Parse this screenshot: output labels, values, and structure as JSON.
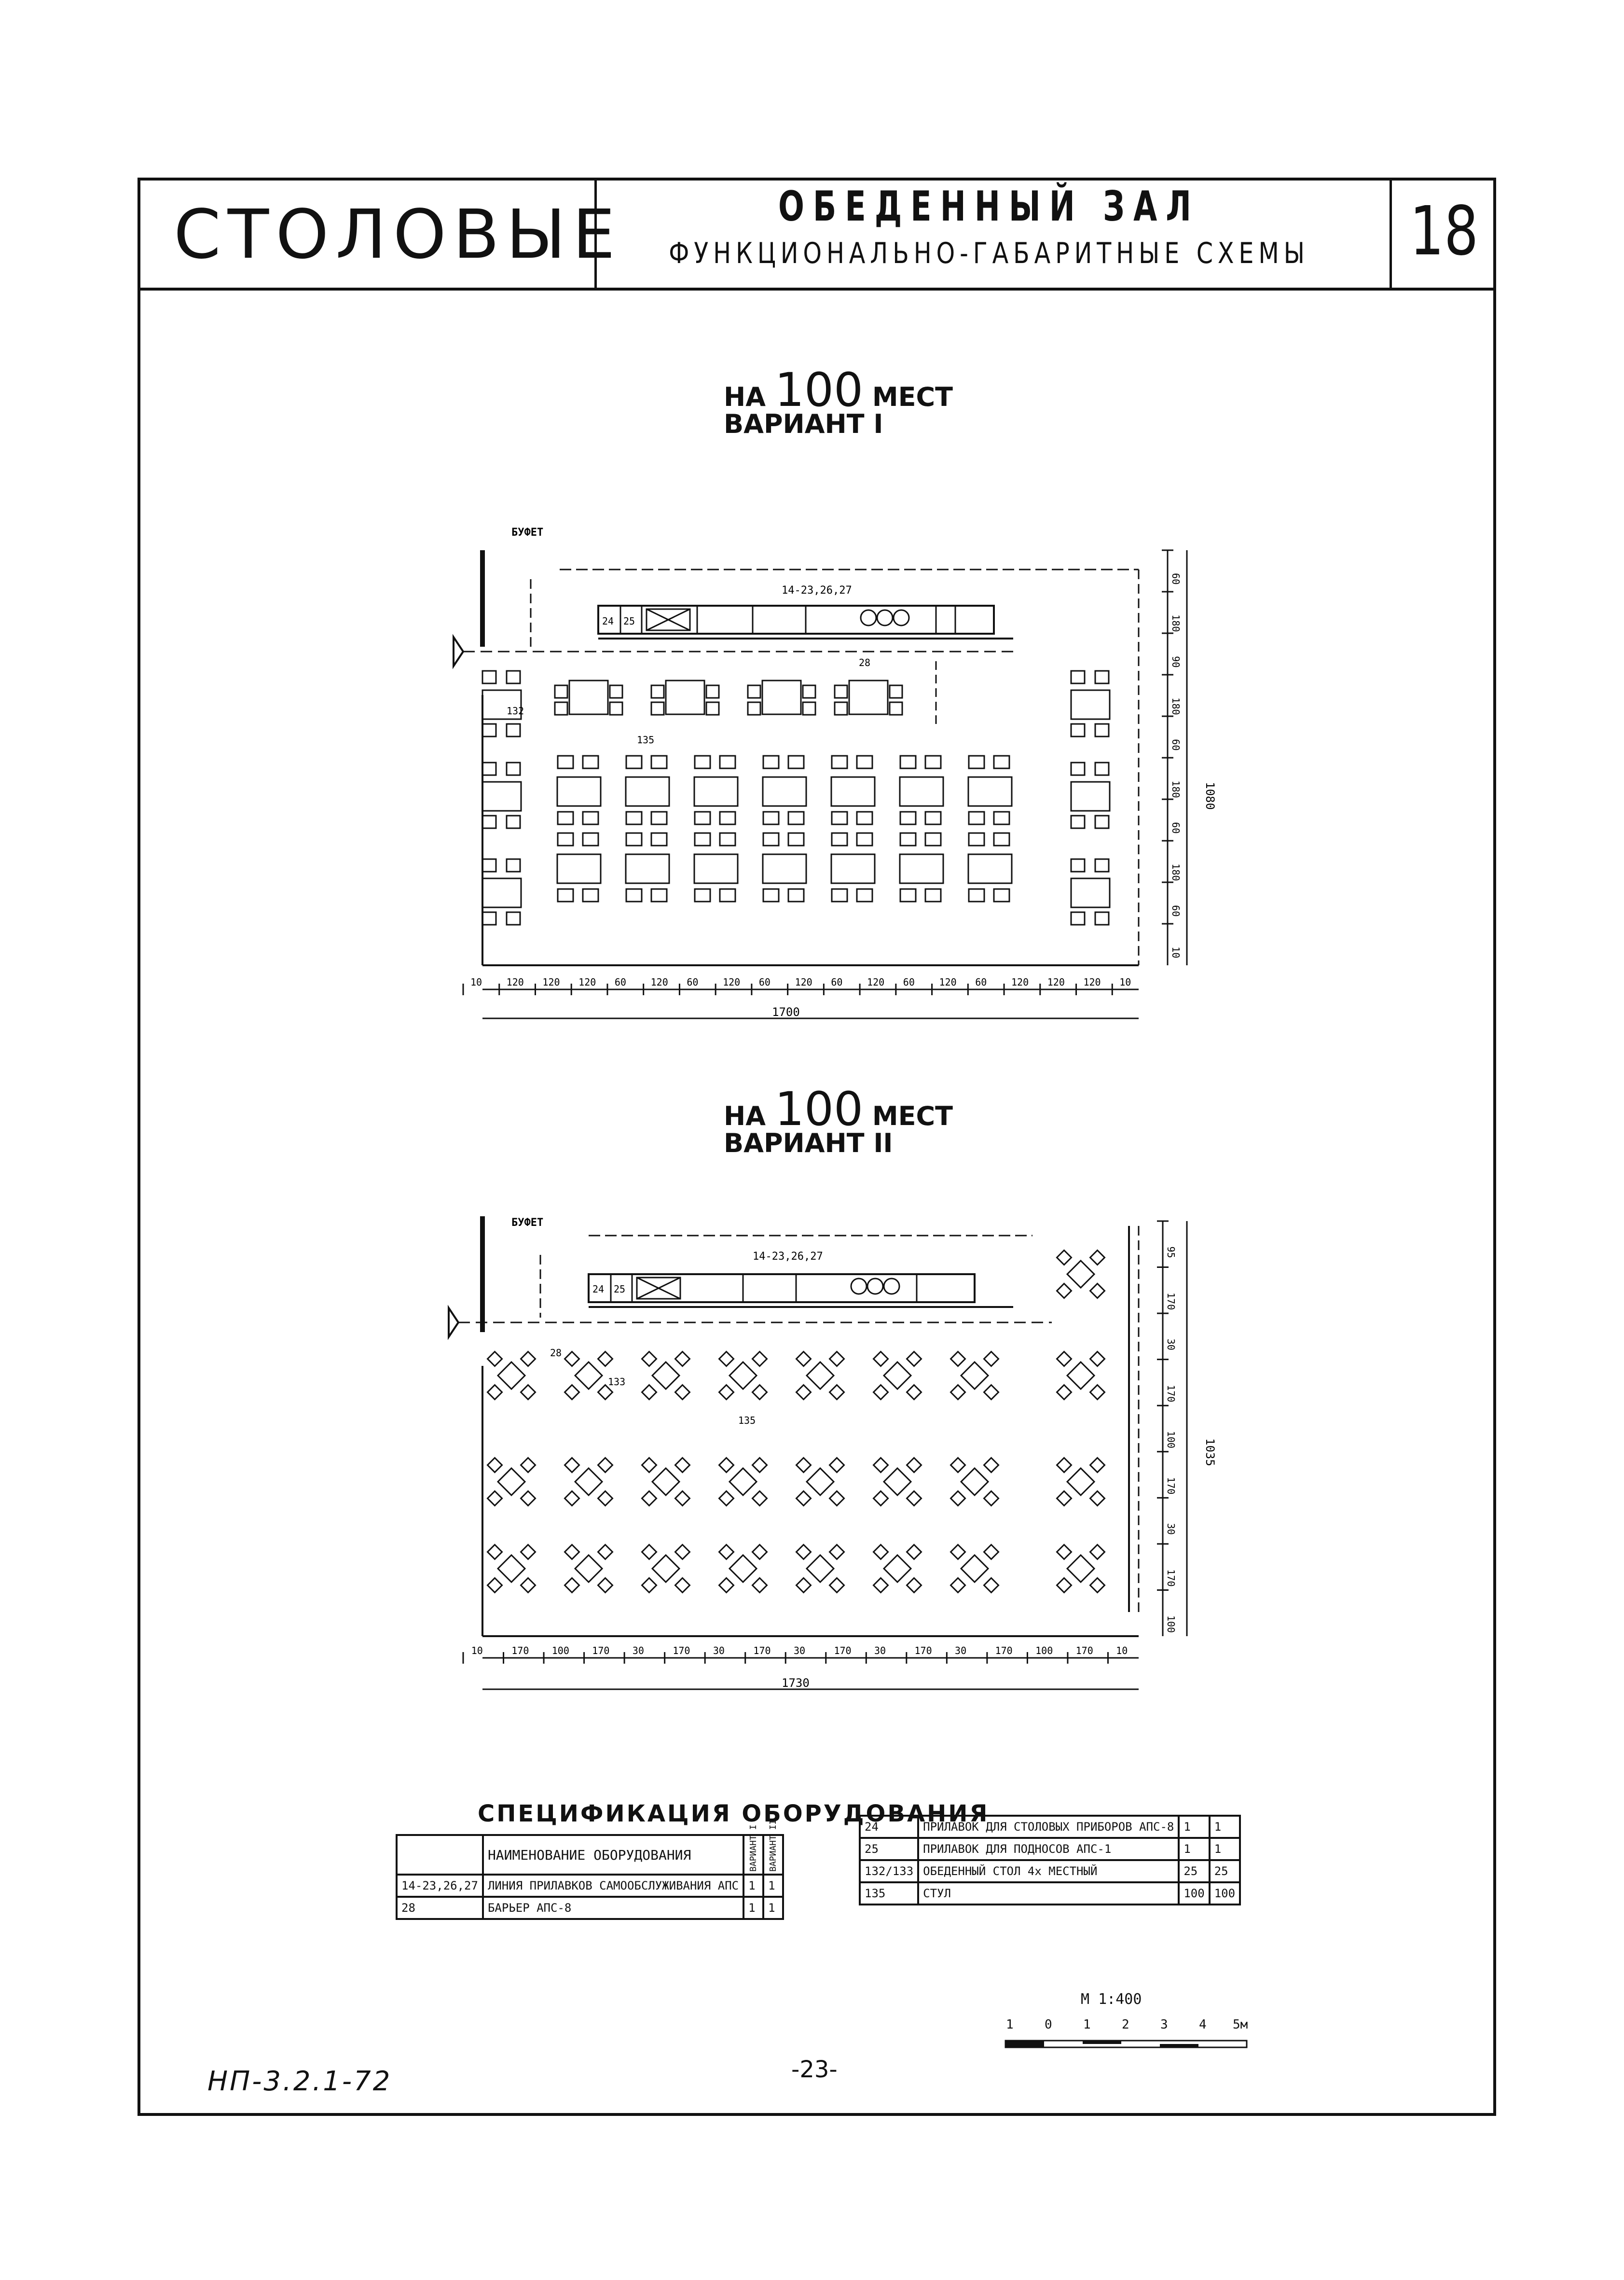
{
  "header": {
    "brand": "СТОЛОВЫЕ",
    "title": "ОБЕДЕННЫЙ ЗАЛ",
    "subtitle": "ФУНКЦИОНАЛЬНО-ГАБАРИТНЫЕ СХЕМЫ",
    "sheet_number": "18"
  },
  "variant1": {
    "heading_prefix": "НА",
    "heading_number": "100",
    "heading_suffix": "МЕСТ",
    "variant_label": "ВАРИАНТ I",
    "buffet_label": "БУФЕТ",
    "callout_line": "14-23,26,27",
    "callout_barrier": "28",
    "callout_table": "132",
    "callout_chair": "135",
    "counter_items": [
      "24",
      "25"
    ],
    "dim_bottom": [
      "10",
      "120",
      "120",
      "120",
      "60",
      "120",
      "60",
      "120",
      "60",
      "120",
      "60",
      "120",
      "60",
      "120",
      "60",
      "120",
      "120",
      "120",
      "10"
    ],
    "dim_total_x": "1700",
    "dim_right": [
      "60",
      "180",
      "90",
      "180",
      "60",
      "180",
      "60",
      "180",
      "60",
      "10"
    ],
    "dim_total_y": "1080"
  },
  "variant2": {
    "heading_prefix": "НА",
    "heading_number": "100",
    "heading_suffix": "МЕСТ",
    "variant_label": "ВАРИАНТ II",
    "buffet_label": "БУФЕТ",
    "callout_line": "14-23,26,27",
    "callout_barrier": "28",
    "callout_table": "133",
    "callout_chair": "135",
    "counter_items": [
      "24",
      "25"
    ],
    "dim_bottom": [
      "10",
      "170",
      "100",
      "170",
      "30",
      "170",
      "30",
      "170",
      "30",
      "170",
      "30",
      "170",
      "30",
      "170",
      "100",
      "170",
      "10"
    ],
    "dim_total_x": "1730",
    "dim_right": [
      "95",
      "170",
      "30",
      "170",
      "100",
      "170",
      "30",
      "170",
      "100"
    ],
    "dim_total_y": "1035"
  },
  "spec": {
    "title": "СПЕЦИФИКАЦИЯ ОБОРУДОВАНИЯ",
    "header_name": "НАИМЕНОВАНИЕ ОБОРУДОВАНИЯ",
    "header_v1": "ВАРИАНТ I",
    "header_v2": "ВАРИАНТ II",
    "left_rows": [
      {
        "no": "14-23,26,27",
        "name": "ЛИНИЯ ПРИЛАВКОВ САМООБСЛУЖИВАНИЯ",
        "type": "АПС",
        "v1": "1",
        "v2": "1"
      },
      {
        "no": "28",
        "name": "БАРЬЕР",
        "type": "АПС-8",
        "v1": "1",
        "v2": "1"
      }
    ],
    "right_rows": [
      {
        "no": "24",
        "name": "ПРИЛАВОК ДЛЯ СТОЛОВЫХ ПРИБОРОВ",
        "type": "АПС-8",
        "v1": "1",
        "v2": "1"
      },
      {
        "no": "25",
        "name": "ПРИЛАВОК ДЛЯ ПОДНОСОВ",
        "type": "АПС-1",
        "v1": "1",
        "v2": "1"
      },
      {
        "no": "132/133",
        "name": "ОБЕДЕННЫЙ СТОЛ 4х МЕСТНЫЙ",
        "type": "",
        "v1": "25",
        "v2": "25"
      },
      {
        "no": "135",
        "name": "СТУЛ",
        "type": "",
        "v1": "100",
        "v2": "100"
      }
    ]
  },
  "scale": {
    "label": "М 1:400",
    "ticks": [
      "1",
      "0",
      "1",
      "2",
      "3",
      "4",
      "5м"
    ]
  },
  "footer": {
    "doc_number": "НП-3.2.1-72",
    "page_number": "-23-"
  }
}
